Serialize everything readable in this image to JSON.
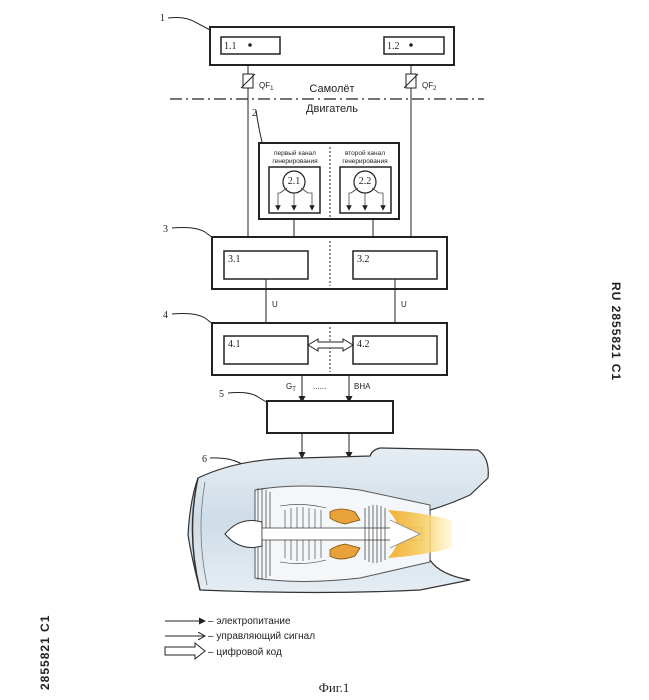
{
  "labels": {
    "n1": "1",
    "n2": "2",
    "n3": "3",
    "n4": "4",
    "n5": "5",
    "n6": "6",
    "b11": "1.1",
    "b12": "1.2",
    "b31": "3.1",
    "b32": "3.2",
    "b41": "4.1",
    "b42": "4.2",
    "g21": "2.1",
    "g22": "2.2"
  },
  "signals": {
    "qf1": "QF",
    "qf1_sub": "1",
    "qf2": "QF",
    "qf2_sub": "2",
    "u_left": "U",
    "u_right": "U",
    "gt": "G",
    "gt_sub": "T",
    "dots": "......",
    "bna": "ВНА"
  },
  "boundary": {
    "aircraft": "Самолёт",
    "engine": "Двигатель"
  },
  "channels": {
    "first_line1": "первый канал",
    "first_line2": "генерирования",
    "second_line1": "второй канал",
    "second_line2": "генерирования"
  },
  "legend": {
    "power": "– электропитание",
    "control": "– управляющий сигнал",
    "digital": "– цифровой код"
  },
  "patent": {
    "right_vertical": "RU  2855821  C1",
    "left_vertical": "2855821  C1"
  },
  "caption": "Фиг.1"
}
